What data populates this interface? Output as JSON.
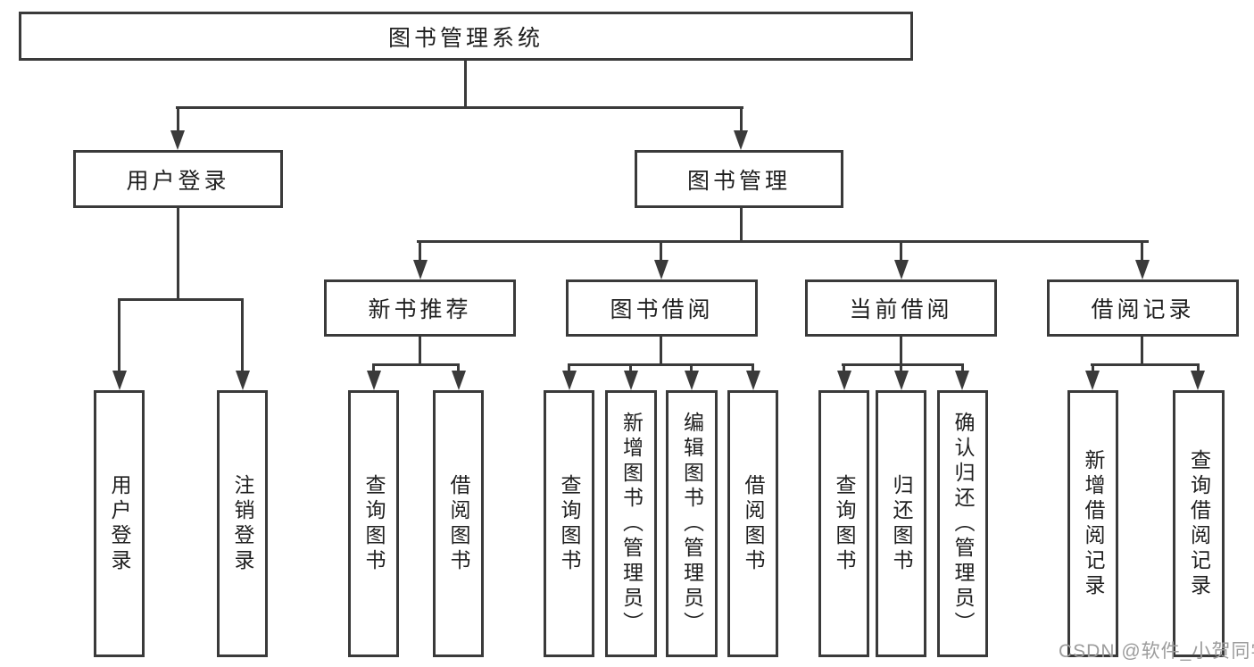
{
  "nodes": {
    "root": "图书管理系统",
    "user_login": "用户登录",
    "book_mgmt": "图书管理",
    "new_books": "新书推荐",
    "book_borrow": "图书借阅",
    "current_borrow": "当前借阅",
    "borrow_records": "借阅记录",
    "leaf_user_login": "用户登录",
    "leaf_logout": "注销登录",
    "leaf_nb_query": "查询图书",
    "leaf_nb_borrow": "借阅图书",
    "leaf_bb_query": "查询图书",
    "leaf_bb_add": "新增图书（管理员）",
    "leaf_bb_edit": "编辑图书（管理员）",
    "leaf_bb_borrow": "借阅图书",
    "leaf_cb_query": "查询图书",
    "leaf_cb_return": "归还图书",
    "leaf_cb_confirm": "确认归还（管理员）",
    "leaf_br_add": "新增借阅记录",
    "leaf_br_query": "查询借阅记录"
  },
  "watermark": "CSDN @软件_小贺同学",
  "colors": {
    "line": "#3a3a3a",
    "box_background": "#ffffff",
    "text": "#1f1f1f",
    "watermark": "#9c9c9c"
  }
}
